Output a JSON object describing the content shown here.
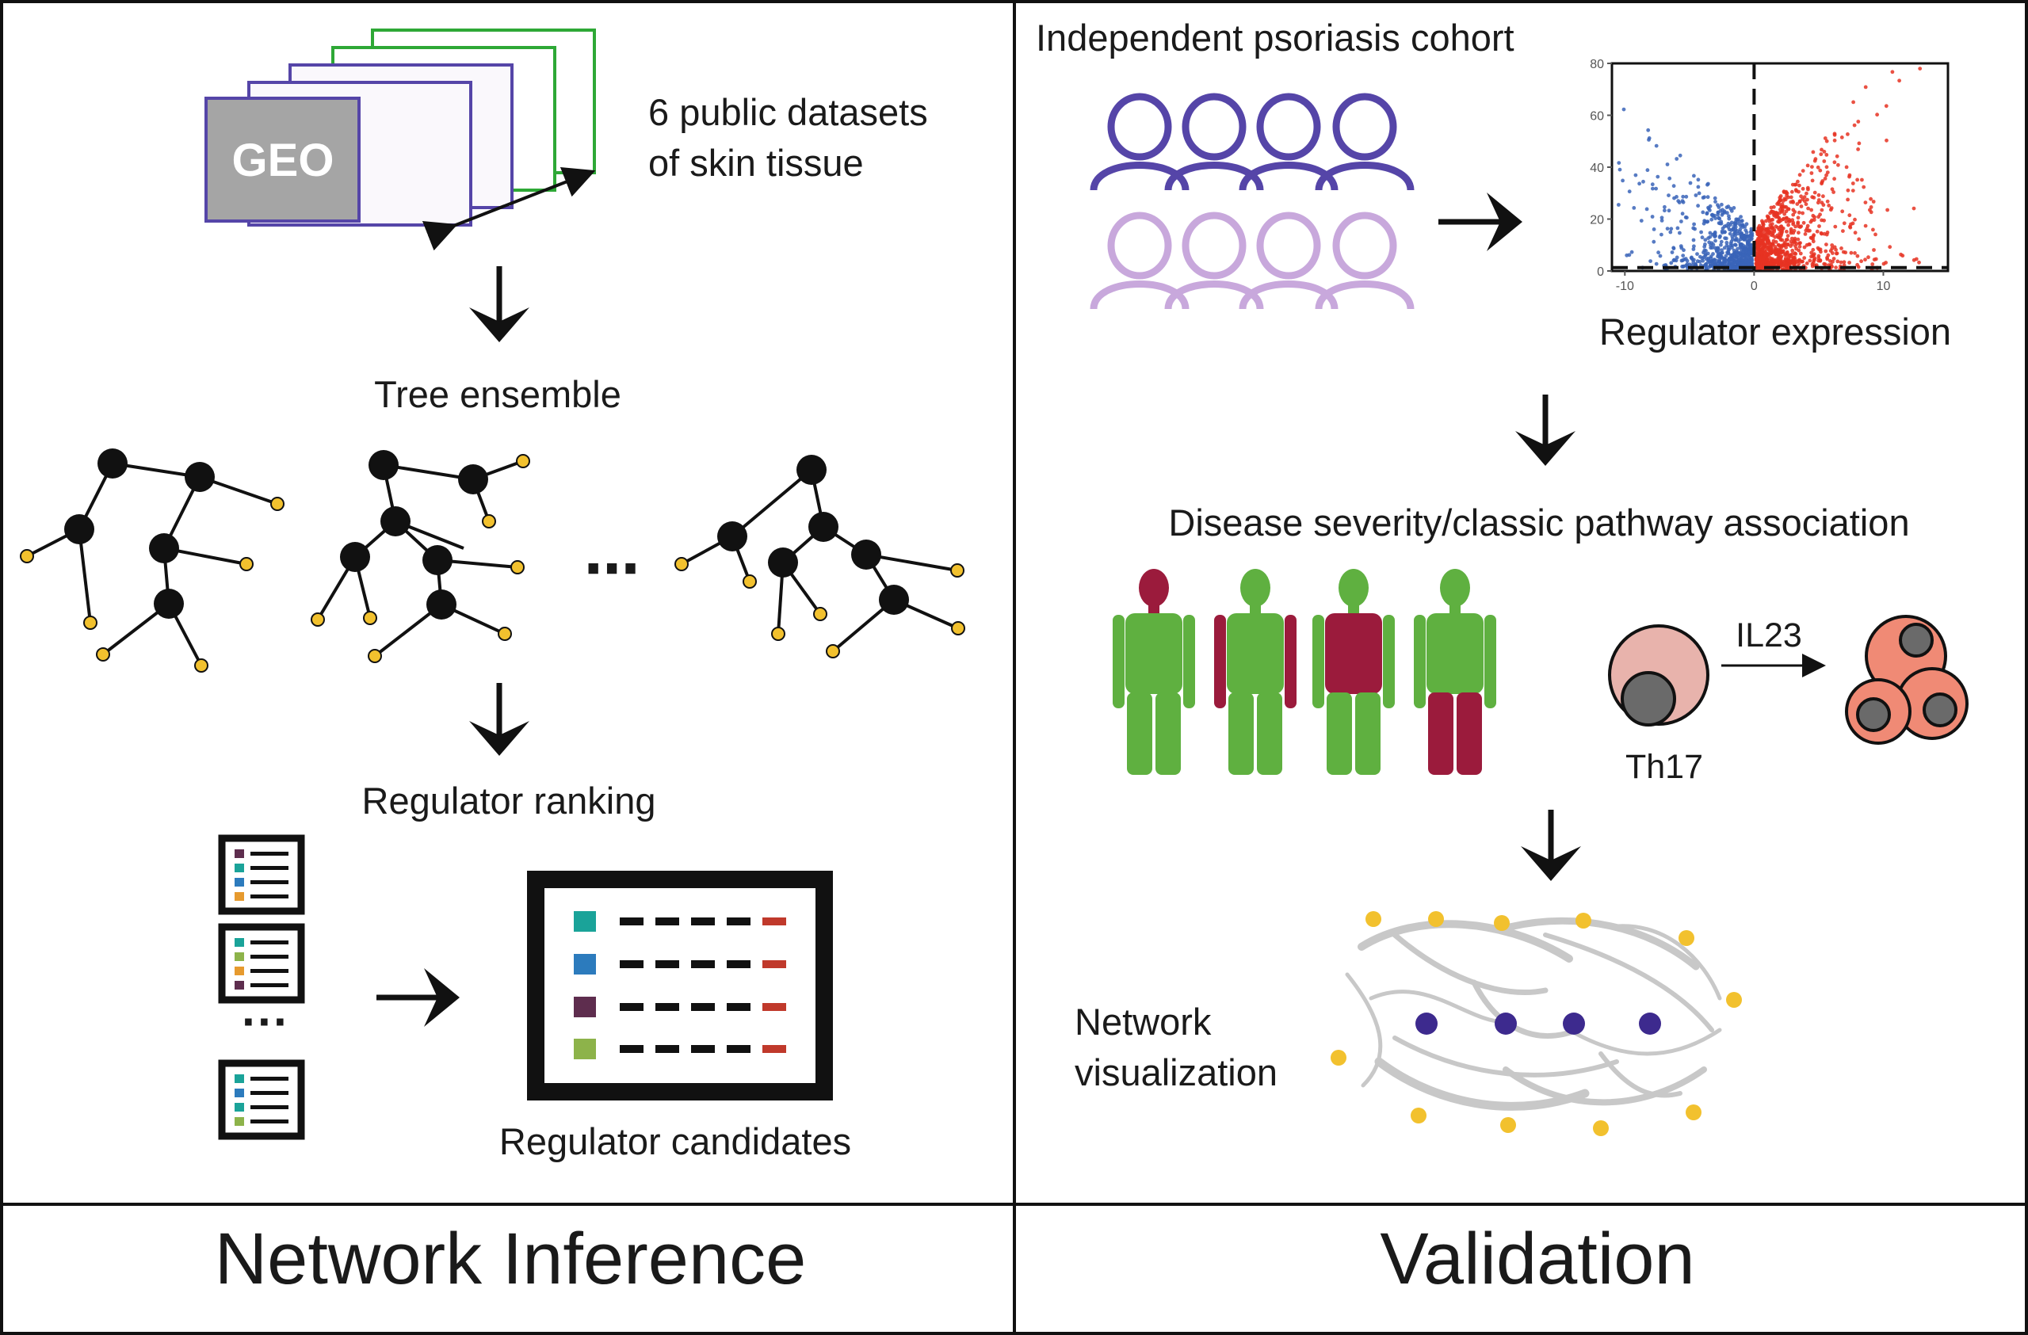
{
  "left": {
    "geo_label": "GEO",
    "datasets_line1": "6 public datasets",
    "datasets_line2": "of skin tissue",
    "tree_title": "Tree ensemble",
    "ellipsis_trees": "⋯",
    "ranking_title": "Regulator ranking",
    "ellipsis_lists": "···",
    "candidates_title": "Regulator candidates",
    "footer": "Network Inference",
    "list_colors": [
      "#1aa399",
      "#2c7bbd",
      "#5e2d4e",
      "#8db34a"
    ],
    "accent_red": "#c0392b",
    "node_yellow": "#f2c12e"
  },
  "right": {
    "cohort_title": "Independent psoriasis cohort",
    "cohort_color_1": "#5545a8",
    "cohort_color_2": "#c8a8dc",
    "plot_caption": "Regulator expression",
    "severity_title": "Disease severity/classic pathway association",
    "il23_label": "IL23",
    "th17_label": "Th17",
    "network_line1": "Network",
    "network_line2": "visualization",
    "footer": "Validation",
    "body_green": "#5fb040",
    "body_red": "#9b1b3c"
  },
  "chart_data": {
    "type": "scatter",
    "title": "",
    "xlabel": "",
    "ylabel": "",
    "x_ticks": [
      "-10",
      "0",
      "10"
    ],
    "y_ticks": [
      "0",
      "20",
      "40",
      "60",
      "80"
    ],
    "xlim": [
      -11,
      15
    ],
    "ylim": [
      0,
      80
    ],
    "threshold_x": 0,
    "threshold_y": 1.3,
    "series": [
      {
        "color": "#3a64b8",
        "side": "down"
      },
      {
        "color": "#e63322",
        "side": "up"
      }
    ]
  }
}
